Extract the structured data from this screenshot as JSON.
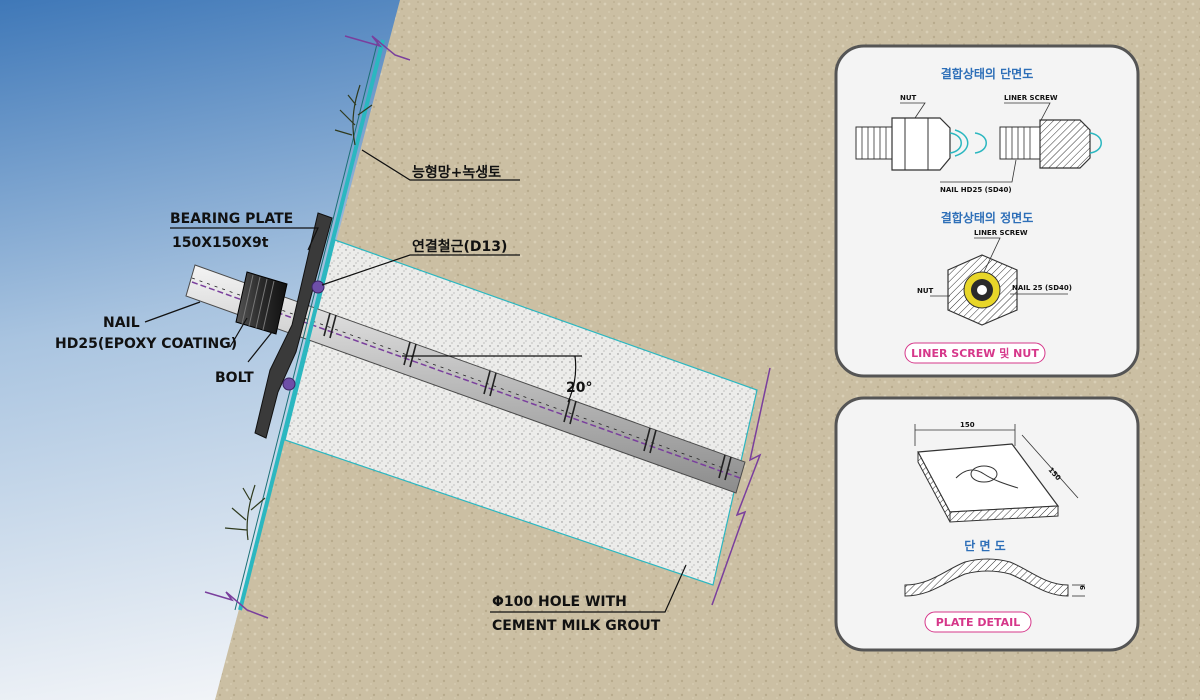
{
  "main_labels": {
    "mesh_label": "능형망+녹생토",
    "bearing_plate_line1": "BEARING PLATE",
    "bearing_plate_line2": "150X150X9t",
    "connecting_rebar": "연결철근(D13)",
    "nail_line1": "NAIL",
    "nail_line2": "HD25(EPOXY COATING)",
    "bolt": "BOLT",
    "angle": "20°",
    "hole_line1": "Φ100 HOLE WITH",
    "hole_line2": "CEMENT MILK GROUT"
  },
  "panel_top": {
    "section_title": "결합상태의 단면도",
    "nut_label": "NUT",
    "liner_screw_label": "LINER SCREW",
    "nail_spec_label": "NAIL HD25 (SD40)",
    "front_title": "결합상태의 정면도",
    "front_liner_label": "LINER SCREW",
    "front_nut_label": "NUT",
    "front_nail_label": "NAIL 25 (SD40)",
    "pill": "LINER SCREW 및 NUT"
  },
  "panel_bottom": {
    "dim_top": "150",
    "dim_side": "150",
    "section_title": "단 면 도",
    "thickness_label": "9",
    "pill": "PLATE DETAIL"
  },
  "colors": {
    "mesh_line": "#2bb7c0",
    "accent_purple": "#7a3f9d",
    "panel_title": "#2e6fb8",
    "pill_text": "#d6378a",
    "soil": "#cbbfa3"
  }
}
